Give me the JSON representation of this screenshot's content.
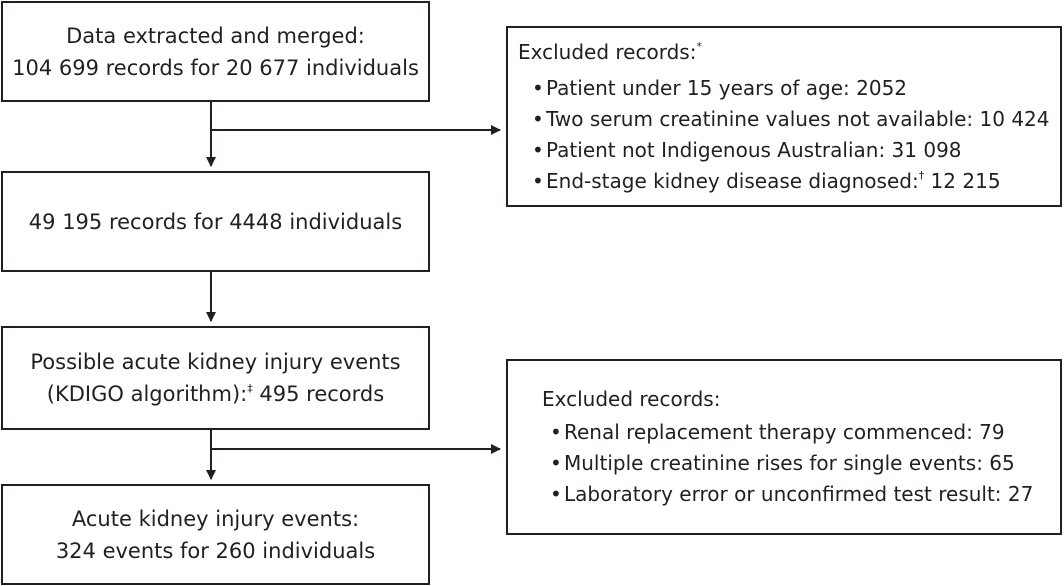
{
  "flow": {
    "box1": {
      "line1": "Data extracted and merged:",
      "line2": "104 699 records for 20 677 individuals"
    },
    "box2": {
      "line1": "49 195 records for 4448 individuals"
    },
    "box3": {
      "line1": "Possible acute kidney injury events",
      "line2_text": "(KDIGO algorithm):",
      "line2_mark": "‡",
      "line2_tail": " 495 records"
    },
    "box4": {
      "line1": "Acute kidney injury events:",
      "line2": "324 events for 260 individuals"
    }
  },
  "excluded1": {
    "title": "Excluded records:",
    "title_mark": "*",
    "items": [
      {
        "text": "Patient under 15 years of age: 2052"
      },
      {
        "text": "Two serum creatinine values not available: 10 424"
      },
      {
        "text": "Patient not Indigenous Australian: 31 098"
      },
      {
        "pre": "End-stage kidney disease diagnosed:",
        "mark": "†",
        "post": " 12 215"
      }
    ]
  },
  "excluded2": {
    "title": "Excluded records:",
    "items": [
      {
        "text": "Renal replacement therapy commenced: 79"
      },
      {
        "text": "Multiple creatinine rises for single events: 65"
      },
      {
        "text": "Laboratory error or unconfirmed test result: 27"
      }
    ]
  }
}
